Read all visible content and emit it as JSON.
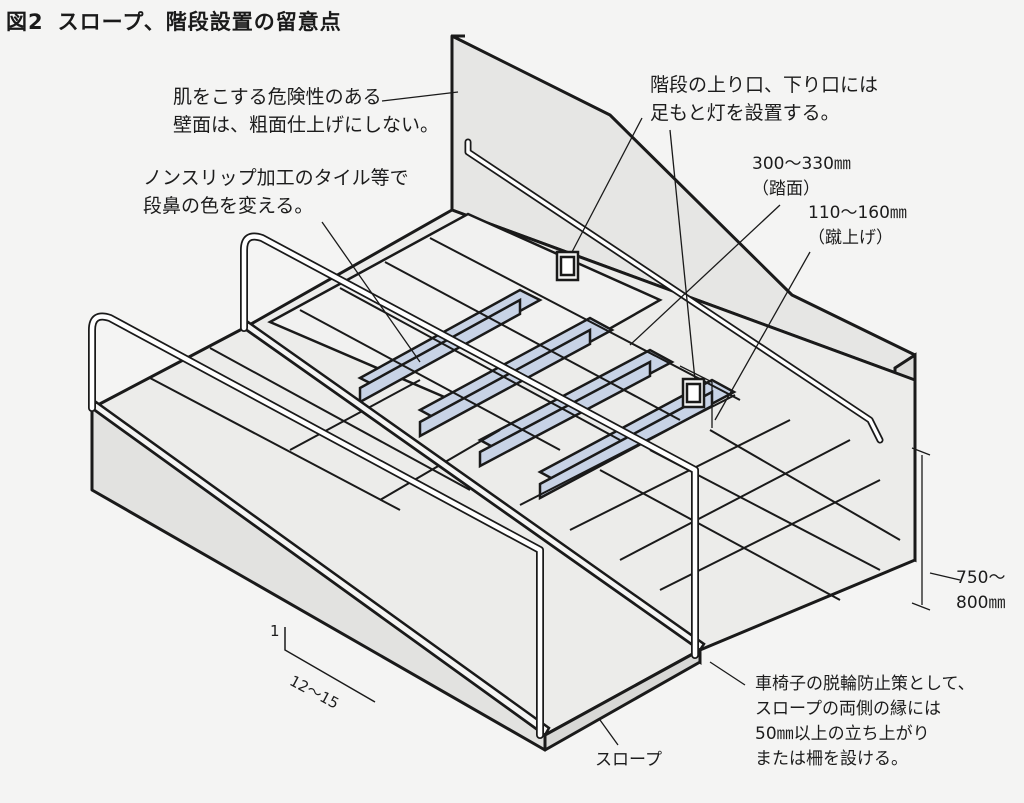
{
  "figure": {
    "number": "図2",
    "title": "スロープ、階段設置の留意点"
  },
  "annotations": {
    "wall_finish": [
      "肌をこする危険性のある",
      "壁面は、粗面仕上げにしない。"
    ],
    "stair_nosing": [
      "ノンスリップ加工のタイル等で",
      "段鼻の色を変える。"
    ],
    "footlights": [
      "階段の上り口、下り口には",
      "足もと灯を設置する。"
    ],
    "tread": [
      "300〜330㎜",
      "（踏面）"
    ],
    "riser": [
      "110〜160㎜",
      "（蹴上げ）"
    ],
    "handrail_height": [
      "750〜",
      "800㎜"
    ],
    "wheel_guard": [
      "車椅子の脱輪防止策として、",
      "スロープの両側の縁には",
      "50㎜以上の立ち上がり",
      "または柵を設ける。"
    ],
    "slope_label": "スロープ"
  },
  "gradient": {
    "rise": "1",
    "run": "12〜15"
  },
  "colors": {
    "line": "#1a1a1a",
    "wall": "#e6e6e4",
    "floor": "#ececea",
    "tread": "#f1f1f0",
    "nosing": "#c8d3e6",
    "rail": "#ffffff"
  }
}
